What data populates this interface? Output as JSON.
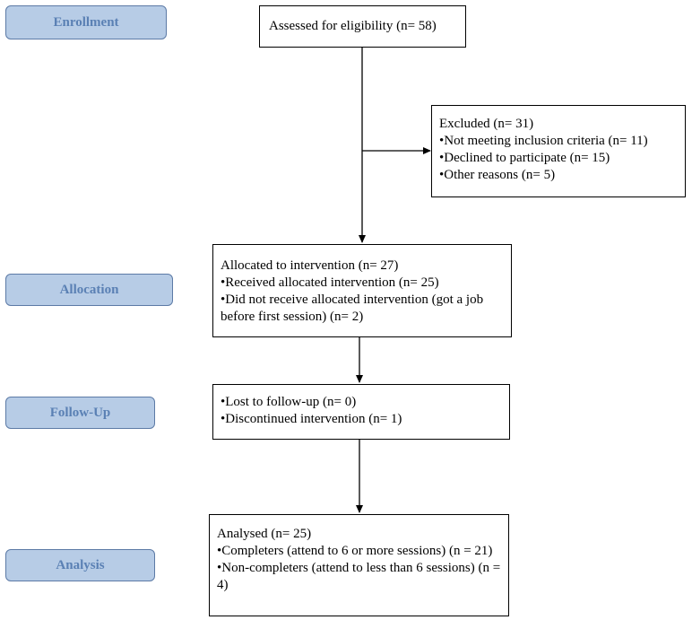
{
  "stages": {
    "enrollment": "Enrollment",
    "allocation": "Allocation",
    "follow_up": "Follow-Up",
    "analysis": "Analysis"
  },
  "boxes": {
    "assessed": {
      "title": "Assessed for eligibility (n= 58)"
    },
    "excluded": {
      "title": "Excluded (n= 31)",
      "items": [
        "•Not meeting inclusion criteria (n= 11)",
        "•Declined to participate (n= 15)",
        "•Other reasons (n= 5)"
      ]
    },
    "allocated": {
      "title": "Allocated to intervention (n= 27)",
      "items": [
        "•Received allocated intervention (n= 25)",
        "•Did not receive allocated intervention (got a job before first session) (n= 2)"
      ]
    },
    "follow_up": {
      "items": [
        "•Lost to follow-up (n= 0)",
        "•Discontinued intervention (n= 1)"
      ]
    },
    "analysed": {
      "title": "Analysed (n= 25)",
      "items": [
        "•Completers (attend to 6 or more sessions) (n = 21)",
        "•Non-completers (attend to less than 6 sessions) (n = 4)"
      ]
    }
  },
  "colors": {
    "stage_fill": "#b7cce6",
    "stage_text": "#5a80b4",
    "stage_border": "#5c7aa6",
    "line": "#000000"
  }
}
